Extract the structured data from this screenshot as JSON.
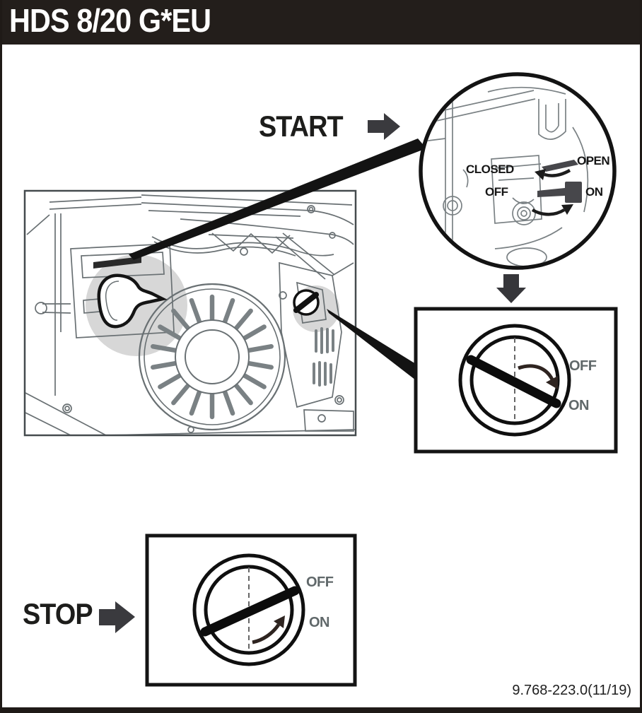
{
  "page": {
    "title": "HDS 8/20 G*EU",
    "doc_number": "9.768-223.0(11/19)"
  },
  "start_section": {
    "label": "START",
    "detail_circle": {
      "closed": "CLOSED",
      "open": "OPEN",
      "off": "OFF",
      "on": "ON"
    },
    "switch_box": {
      "off": "OFF",
      "on": "ON",
      "handle_points_to": "ON"
    }
  },
  "stop_section": {
    "label": "STOP",
    "switch_box": {
      "off": "OFF",
      "on": "ON",
      "handle_points_to": "OFF"
    }
  },
  "icons": {
    "start_pointer": "block-arrow-right-icon",
    "stop_pointer": "block-arrow-right-icon",
    "flow": "block-arrow-down-icon",
    "choke_detail_direction": "curved-arrow-left-icon",
    "fuel_detail_direction": "curved-arrow-right-icon",
    "start_rotation": "curved-arrow-clockwise-icon",
    "stop_rotation": "curved-arrow-counterclockwise-icon",
    "detail_view": "magnifier-circle",
    "illustration": "engine-line-drawing"
  },
  "colors": {
    "header_bg": "#231e1b",
    "frame": "#1f1a17",
    "text_black": "#1d1d1b",
    "block_arrow": "#3a3a3e",
    "switch_label_gray": "#60686a",
    "detail_label_black": "#161616",
    "line_art_gray": "#697073",
    "highlight_gray": "#d7d7d7",
    "rotation_arrow": "#2e2420",
    "callout_black": "#131313"
  }
}
